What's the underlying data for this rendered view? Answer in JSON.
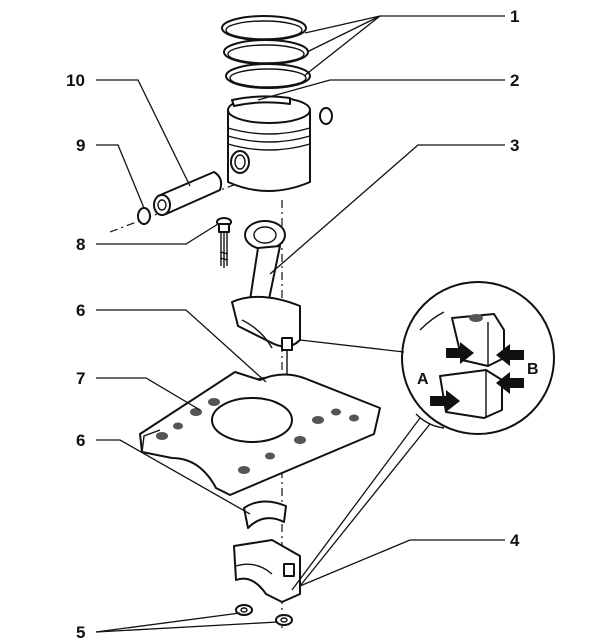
{
  "callouts": {
    "c1": "1",
    "c2": "2",
    "c3": "3",
    "c4": "4",
    "c5": "5",
    "c6a": "6",
    "c6b": "6",
    "c7": "7",
    "c8": "8",
    "c9": "9",
    "c10": "10"
  },
  "detail_labels": {
    "a": "A",
    "b": "B"
  }
}
